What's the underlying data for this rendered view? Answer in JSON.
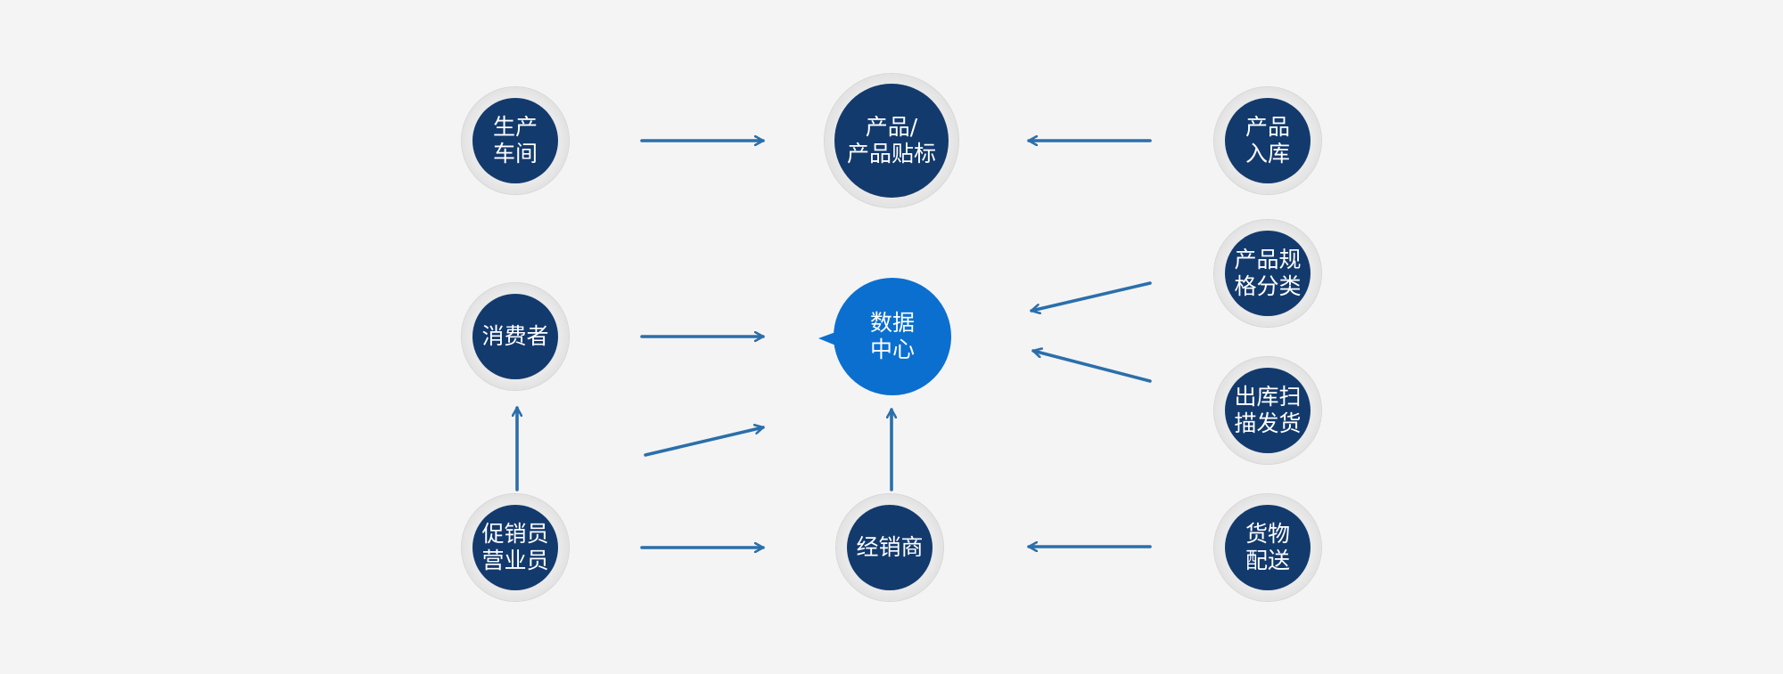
{
  "diagram": {
    "nodes": {
      "workshop": "生产\n车间",
      "product_label": "产品/\n产品贴标",
      "warehouse_in": "产品\n入库",
      "consumer": "消费者",
      "data_center": "数据\n中心",
      "spec_classify": "产品规\n格分类",
      "outbound_scan": "出库扫\n描发货",
      "promoter": "促销员\n营业员",
      "distributor": "经销商",
      "delivery": "货物\n配送"
    },
    "colors": {
      "background": "#f4f4f4",
      "node_fill": "#133a6d",
      "node_ring": "#d6d6d6",
      "hub_fill": "#0b6fd0",
      "arrow": "#2a6fab",
      "text": "#ffffff"
    }
  }
}
